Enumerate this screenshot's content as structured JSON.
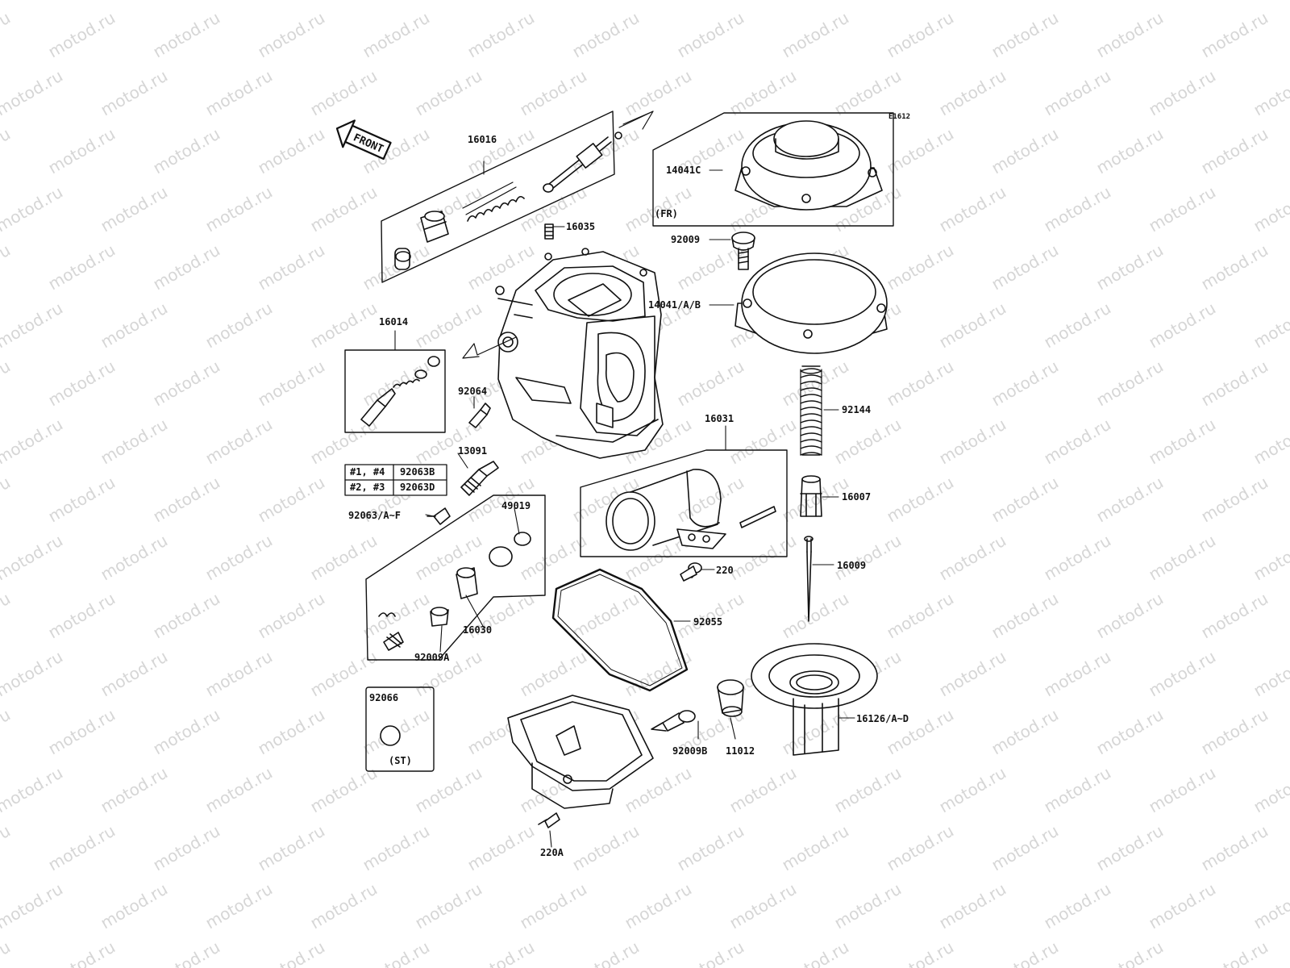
{
  "diagram": {
    "ref_code": "E1612",
    "front_label": "FRONT",
    "watermark": "motod.ru",
    "part_numbers": {
      "p16016": "16016",
      "p16035": "16035",
      "p14041C": "14041C",
      "p92009": "92009",
      "p14041AB": "14041/A/B",
      "p16014": "16014",
      "p92064": "92064",
      "p13091": "13091",
      "p92144": "92144",
      "p16031": "16031",
      "p16007": "16007",
      "p92063AF": "92063/A~F",
      "p49019": "49019",
      "p16009": "16009",
      "p220": "220",
      "p92055": "92055",
      "p16030": "16030",
      "p92009A": "92009A",
      "p92066": "92066",
      "p92009B": "92009B",
      "p11012": "11012",
      "p16126": "16126/A~D",
      "p220A": "220A"
    },
    "notes": {
      "fr": "(FR)",
      "st": "(ST)"
    },
    "jet_table": [
      {
        "cyl": "#1, #4",
        "part": "92063B"
      },
      {
        "cyl": "#2, #3",
        "part": "92063D"
      }
    ]
  },
  "colors": {
    "line": "#111111",
    "watermark": "#d6d6d6"
  }
}
